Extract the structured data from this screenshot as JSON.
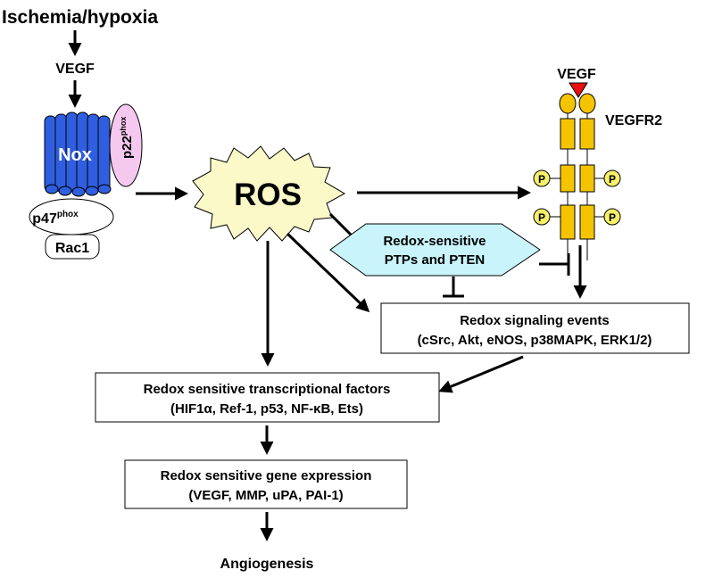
{
  "stimulus": "Ischemia/hypoxia",
  "ligand_left": "VEGF",
  "ligand_right": "VEGF",
  "receptor": "VEGFR2",
  "nox": {
    "core": "Nox",
    "p22": "p22",
    "p22_sup": "phox",
    "p47": "p47",
    "p47_sup": "phox",
    "rac": "Rac1"
  },
  "ros": "ROS",
  "phospho": "P",
  "ptp": {
    "line1": "Redox-sensitive",
    "line2": "PTPs and PTEN"
  },
  "signaling": {
    "line1": "Redox signaling events",
    "line2": "(cSrc, Akt, eNOS, p38MAPK, ERK1/2)"
  },
  "tf": {
    "line1": "Redox sensitive transcriptional factors",
    "line2": "(HIF1α, Ref-1, p53, NF-κB, Ets)"
  },
  "gene": {
    "line1": "Redox sensitive gene expression",
    "line2": "(VEGF, MMP, uPA, PAI-1)"
  },
  "outcome": "Angiogenesis",
  "colors": {
    "nox_blue": "#2f5fe0",
    "p22_pink": "#f5c8f0",
    "ros_fill": "#fbf9c8",
    "ptp_fill": "#c9f4fb",
    "receptor_gold": "#f5c400",
    "vegf_red": "#e81010"
  }
}
